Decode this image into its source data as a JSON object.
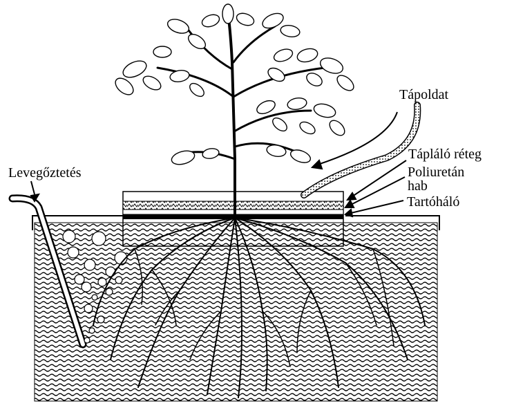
{
  "labels": {
    "aeration": "Levegőztetés",
    "nutrient_solution": "Tápoldat",
    "nutrient_layer": "Tápláló réteg",
    "foam_line1": "Poliuretán",
    "foam_line2": "hab",
    "support_net": "Tartóháló"
  },
  "colors": {
    "ink": "#000000",
    "background": "#ffffff"
  }
}
